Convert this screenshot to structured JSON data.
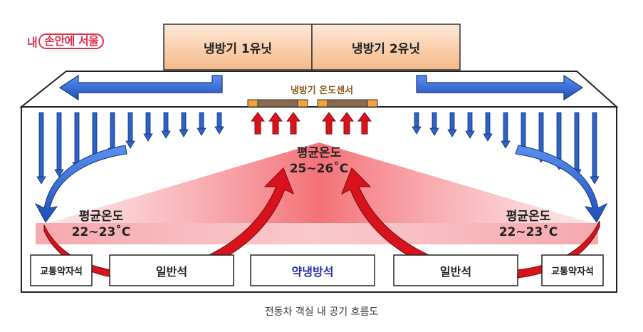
{
  "logo": {
    "prefix": "내",
    "pill": "손안에 서울"
  },
  "units": {
    "unit1": "냉방기 1유닛",
    "unit2": "냉방기 2유닛"
  },
  "sensor_label": "냉방기 온도센서",
  "zones": {
    "center": {
      "label": "평균온도",
      "value": "25~26˚C"
    },
    "left": {
      "label": "평균온도",
      "value": "22~23˚C"
    },
    "right": {
      "label": "평균온도",
      "value": "22~23˚C"
    }
  },
  "seats": {
    "priority_left": "교통약자석",
    "general_left": "일반석",
    "weak_cooling": "약냉방석",
    "general_right": "일반석",
    "priority_right": "교통약자석"
  },
  "caption": "전동차 객실 내 공기 흐름도",
  "colors": {
    "cool_arrow": "#1f5fd1",
    "warm_arrow": "#d9131b",
    "warm_zone": "#f77a80",
    "unit_fill": "#f7c9a0",
    "logo": "#e0304e",
    "weak_cooling_text": "#2a2aa8"
  }
}
